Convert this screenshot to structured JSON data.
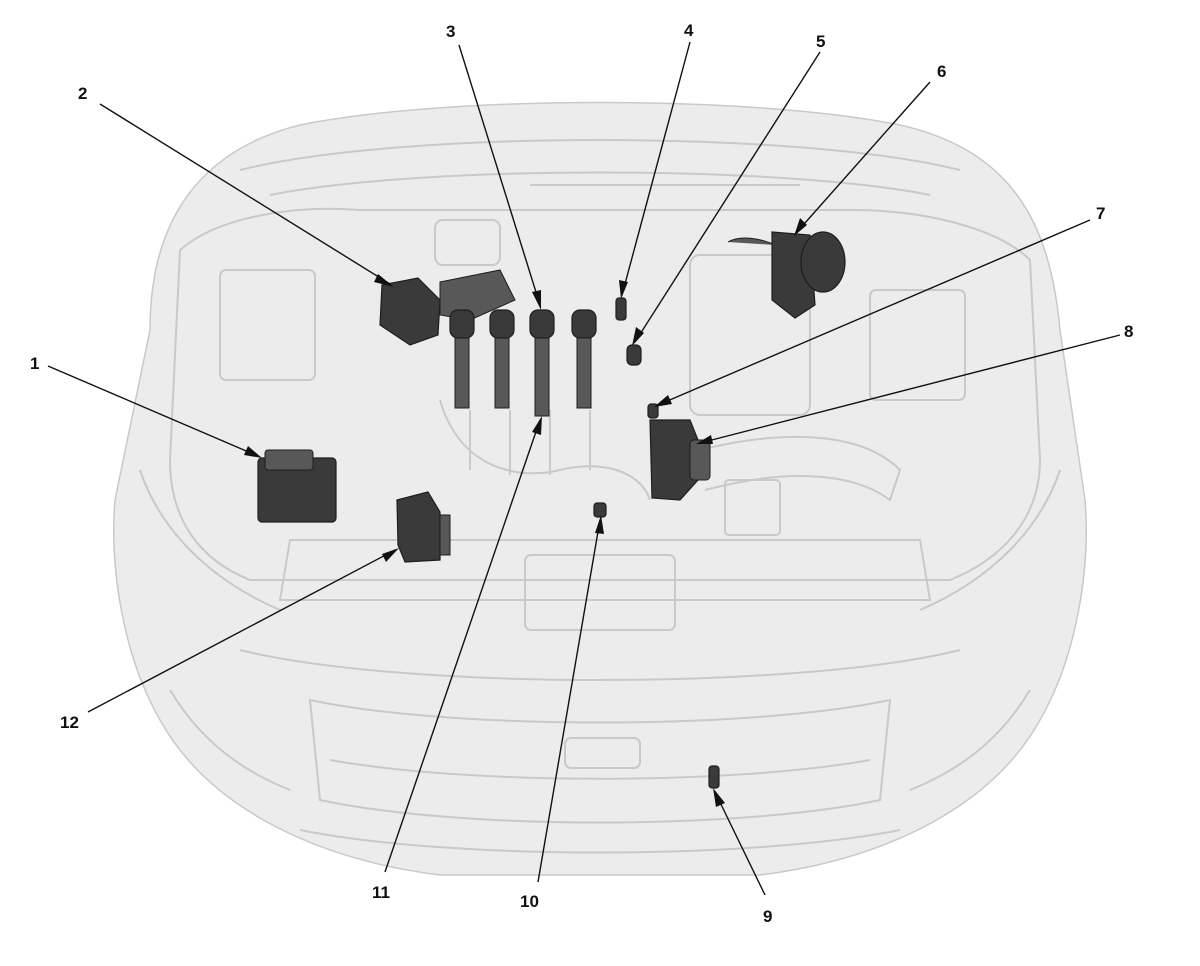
{
  "diagram": {
    "callouts": [
      {
        "id": 1,
        "label": "1"
      },
      {
        "id": 2,
        "label": "2"
      },
      {
        "id": 3,
        "label": "3"
      },
      {
        "id": 4,
        "label": "4"
      },
      {
        "id": 5,
        "label": "5"
      },
      {
        "id": 6,
        "label": "6"
      },
      {
        "id": 7,
        "label": "7"
      },
      {
        "id": 8,
        "label": "8"
      },
      {
        "id": 9,
        "label": "9"
      },
      {
        "id": 10,
        "label": "10"
      },
      {
        "id": 11,
        "label": "11"
      },
      {
        "id": 12,
        "label": "12"
      }
    ]
  },
  "colors": {
    "ghost_outline": "#c9c9c9",
    "ghost_fill": "#ececec",
    "highlighted_part": "#3a3a3a",
    "leader_line": "#111111"
  }
}
